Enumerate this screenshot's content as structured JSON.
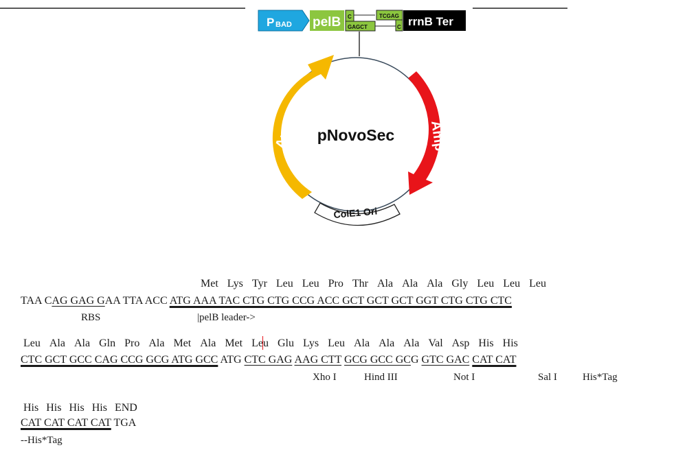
{
  "cassette": {
    "promoter_main": "P",
    "promoter_sub": "BAD",
    "pelb": "pelB",
    "site1_top": "C",
    "site1_bottom": "GAGCT",
    "site2_top": "TCGAG",
    "site2_bottom": "C",
    "terminator": "rrnB Ter"
  },
  "plasmid": {
    "name": "pNovoSec",
    "features": {
      "arac": "AraC",
      "amp": "Amp",
      "ori": "ColE1 Ori"
    },
    "colors": {
      "promoter": "#1fa7e0",
      "pelb": "#8cc63f",
      "arac": "#f5b800",
      "amp": "#e8141a",
      "terminator": "#000000"
    }
  },
  "sequence": {
    "line1": {
      "aa": [
        "Met",
        "Lys",
        "Tyr",
        "Leu",
        "Leu",
        "Pro",
        "Thr",
        "Ala",
        "Ala",
        "Ala",
        "Gly",
        "Leu",
        "Leu",
        "Leu"
      ],
      "prefix": "TAA C",
      "rbs_seq": "AG GAG G",
      "mid": "AA TTA ACC ",
      "codons": "ATG AAA TAC CTG CTG CCG ACC GCT GCT GCT GGT CTG CTG CTC",
      "rbs_label": "RBS",
      "pelb_label": "|pelB leader->"
    },
    "line2": {
      "aa": [
        "Leu",
        "Ala",
        "Ala",
        "Gln",
        "Pro",
        "Ala",
        "Met",
        "Ala",
        "Met",
        "Leu",
        "Glu",
        "Lys",
        "Leu",
        "Ala",
        "Ala",
        "Ala",
        "Val",
        "Asp",
        "His",
        "His"
      ],
      "leader_codons": "CTC GCT GCC CAG CCG GCG ATG GCC",
      "atg": " ATG ",
      "xho": "CTC GAG",
      "hind": "AAG CTT",
      "not_a": "GCG GCC GC",
      "not_b": "G ",
      "sal": "GTC GAC",
      "his": "CAT CAT",
      "labels": [
        "Xho I",
        "Hind III",
        "Not I",
        "Sal I",
        "His*Tag"
      ]
    },
    "line3": {
      "aa": [
        "His",
        "His",
        "His",
        "His",
        "END"
      ],
      "his": "CAT CAT CAT CAT",
      "stop": " TGA",
      "label": "--His*Tag"
    }
  }
}
